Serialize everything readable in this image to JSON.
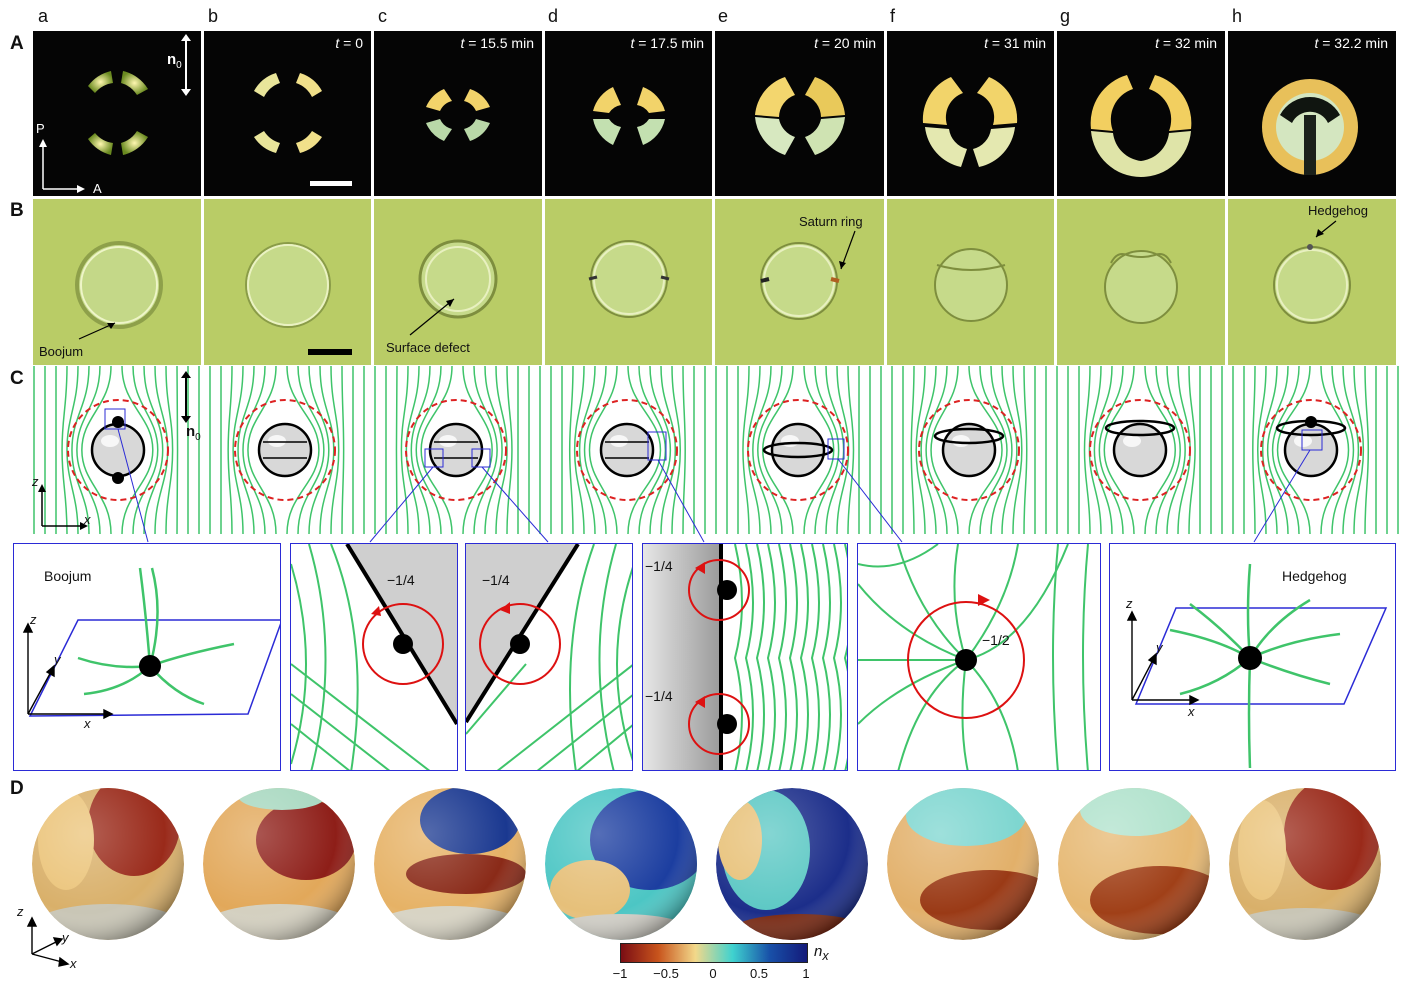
{
  "row_labels": [
    "A",
    "B",
    "C",
    "D"
  ],
  "column_labels": [
    "a",
    "b",
    "c",
    "d",
    "e",
    "f",
    "g",
    "h"
  ],
  "time_labels": [
    {
      "prefix": "t",
      "value": " = 0"
    },
    {
      "prefix": "t",
      "value": " = 15.5 min"
    },
    {
      "prefix": "t",
      "value": " = 17.5 min"
    },
    {
      "prefix": "t",
      "value": " = 20 min"
    },
    {
      "prefix": "t",
      "value": " = 31 min"
    },
    {
      "prefix": "t",
      "value": " = 32 min"
    },
    {
      "prefix": "t",
      "value": " = 32.2 min"
    }
  ],
  "polarizer": {
    "p": "P",
    "a": "A"
  },
  "director": {
    "n": "n",
    "sub": "0"
  },
  "annotations_b": {
    "boojum": "Boojum",
    "surface_defect": "Surface defect",
    "saturn_ring": "Saturn ring",
    "hedgehog": "Hedgehog"
  },
  "axes": {
    "x": "x",
    "y": "y",
    "z": "z"
  },
  "zoom_labels": {
    "boojum": "Boojum",
    "hedgehog": "Hedgehog",
    "charge_quarter": "−1/4",
    "charge_half": "−1/2"
  },
  "colorbar": {
    "label_n": "n",
    "label_sub": "x",
    "ticks": [
      "−1",
      "−0.5",
      "0",
      "0.5",
      "1"
    ],
    "colors": [
      "#7a0d14",
      "#c8541c",
      "#f2d88a",
      "#3fd2cf",
      "#1850a8",
      "#141a7a"
    ]
  },
  "colors": {
    "director_lines": "#3fc46a",
    "zone_ring": "#dd2222",
    "zoom_border": "#2b2bd6",
    "defect_loop": "#dd1111"
  }
}
